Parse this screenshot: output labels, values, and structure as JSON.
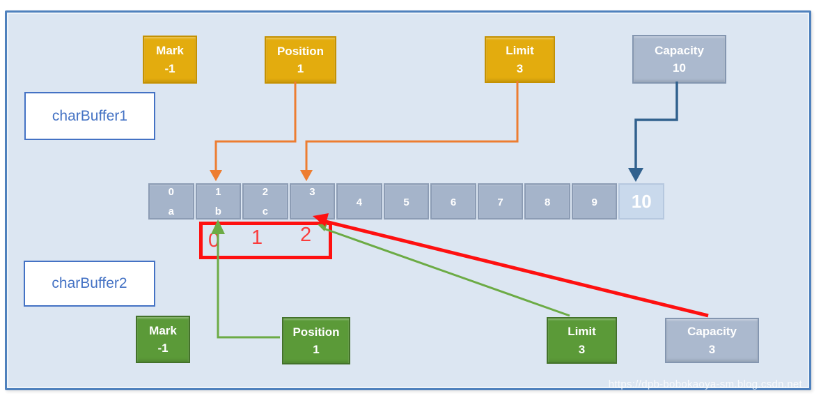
{
  "diagram": {
    "watermark": "https://dpb-bobokaoya-sm.blog.csdn.net",
    "buffer1": {
      "name": "charBuffer1",
      "fields": [
        {
          "id": "mark",
          "label": "Mark",
          "value": "-1"
        },
        {
          "id": "position",
          "label": "Position",
          "value": "1"
        },
        {
          "id": "limit",
          "label": "Limit",
          "value": "3"
        },
        {
          "id": "capacity",
          "label": "Capacity",
          "value": "10"
        }
      ]
    },
    "buffer2": {
      "name": "charBuffer2",
      "fields": [
        {
          "id": "mark",
          "label": "Mark",
          "value": "-1"
        },
        {
          "id": "position",
          "label": "Position",
          "value": "1"
        },
        {
          "id": "limit",
          "label": "Limit",
          "value": "3"
        },
        {
          "id": "capacity",
          "label": "Capacity",
          "value": "3"
        }
      ]
    },
    "array": {
      "cells": [
        {
          "index": "0",
          "char": "a"
        },
        {
          "index": "1",
          "char": "b"
        },
        {
          "index": "2",
          "char": "c"
        },
        {
          "index": "3",
          "char": ""
        },
        {
          "index": "4",
          "char": ""
        },
        {
          "index": "5",
          "char": ""
        },
        {
          "index": "6",
          "char": ""
        },
        {
          "index": "7",
          "char": ""
        },
        {
          "index": "8",
          "char": ""
        },
        {
          "index": "9",
          "char": ""
        },
        {
          "index": "10",
          "char": ""
        }
      ]
    },
    "slice_indices": [
      "0",
      "1",
      "2"
    ]
  },
  "colors": {
    "frame_border": "#4F81BD",
    "canvas_fill": "#DCE6F2",
    "gold_fill": "#E3AC0E",
    "gold_border": "#C49102",
    "green_fill": "#5B9A38",
    "green_border": "#43722A",
    "slate_fill": "#ABB9CE",
    "slate_border": "#8496B0",
    "cell_fill": "#A5B4CA",
    "cell_border": "#8C9CB4",
    "capacity_cell_fill": "#C9D9EC",
    "orange_connector": "#ED7D31",
    "blue_connector": "#31618E",
    "green_connector": "#6CAB45",
    "red_highlight": "#FE1010",
    "buffer_label_color": "#4472C4"
  }
}
